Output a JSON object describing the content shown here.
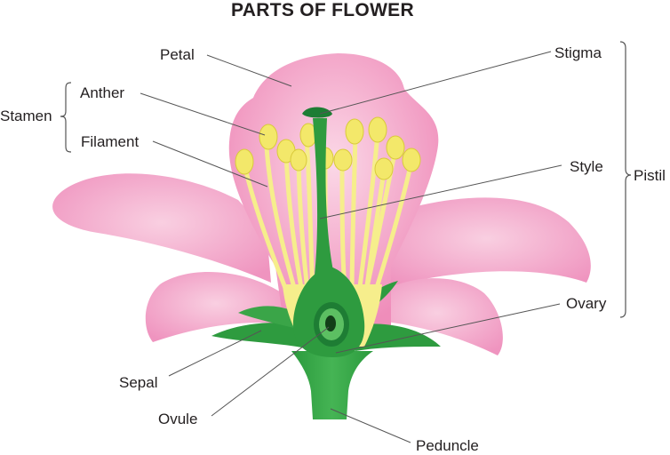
{
  "title": "PARTS OF FLOWER",
  "labels": {
    "petal": "Petal",
    "stigma": "Stigma",
    "stamen": "Stamen",
    "anther": "Anther",
    "filament": "Filament",
    "style": "Style",
    "pistil": "Pistil",
    "ovary": "Ovary",
    "sepal": "Sepal",
    "ovule": "Ovule",
    "peduncle": "Peduncle"
  },
  "colors": {
    "petal": "#f19cc3",
    "petal_light": "#f8c9dd",
    "stamen": "#f6ee8c",
    "anther": "#f3e86a",
    "pistil": "#3aa548",
    "pistil_dark": "#1e7d34",
    "sepal": "#2e9b3f",
    "leader_line": "#555555"
  }
}
